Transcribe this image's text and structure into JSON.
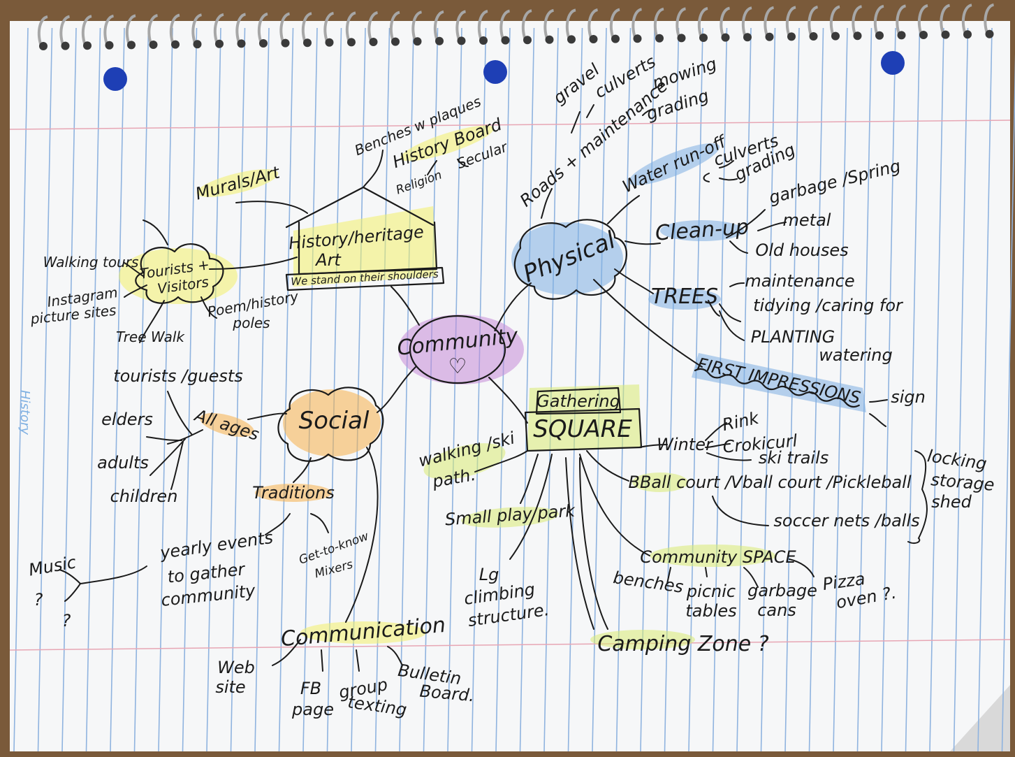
{
  "colors": {
    "paper": "#f6f7f8",
    "rule_line": "#8fb3df",
    "margin_line": "#e7a6b4",
    "ink": "#1a1a1a",
    "highlight_yellow": "#f3f06a",
    "highlight_yellow_green": "#d9ec74",
    "highlight_blue": "#7fb0e2",
    "highlight_orange": "#f6b14c",
    "highlight_purple": "#c58ad8",
    "desk": "#7a5a3a",
    "binding_hole": "#1e3fb5"
  },
  "center": {
    "title": "Community",
    "symbol": "♡"
  },
  "history": {
    "title_line1": "History/heritage",
    "title_line2": "Art",
    "motto": "We stand on their shoulders",
    "murals": "Murals/Art",
    "benches": "Benches w plaques",
    "history_board": "History Board",
    "religion": "Religion",
    "secular": "Secular"
  },
  "tourists": {
    "title_line1": "Tourists +",
    "title_line2": "Visitors",
    "walking_tours": "Walking tours",
    "instagram_line1": "Instagram",
    "instagram_line2": "picture sites",
    "tree_walk": "Tree Walk",
    "poem_line1": "Poem/history",
    "poem_line2": "poles"
  },
  "physical": {
    "title": "Physical",
    "roads": "Roads + maintenance",
    "gravel": "gravel",
    "culverts_top": "culverts",
    "mowing": "mowing",
    "grading_top": "grading",
    "water": "Water run-off",
    "water_culverts": "culverts",
    "water_grading": "grading",
    "cleanup": "Clean-up",
    "garbage": "garbage /Spring",
    "metal": "metal",
    "old_houses": "Old houses",
    "trees": "TREES",
    "maintenance": "maintenance",
    "tidying": "tidying /caring for",
    "planting": "PLANTING",
    "watering": "watering",
    "first_impressions": "FIRST IMPRESSIONS",
    "sign": "sign"
  },
  "social": {
    "title": "Social",
    "all_ages": "All ages",
    "tourists_guests": "tourists /guests",
    "elders": "elders",
    "adults": "adults",
    "children": "children",
    "traditions": "Traditions",
    "yearly_line1": "yearly events",
    "yearly_line2": "to gather",
    "yearly_line3": "community",
    "get_to_know_line1": "Get-to-know",
    "get_to_know_line2": "Mixers",
    "music": "Music",
    "q1": "?",
    "q2": "?",
    "communication": "Communication",
    "website_line1": "Web",
    "website_line2": "site",
    "fb_line1": "FB",
    "fb_line2": "page",
    "group_line1": "group",
    "group_line2": "texting",
    "bulletin_line1": "Bulletin",
    "bulletin_line2": "Board."
  },
  "square": {
    "gathering": "Gathering",
    "title": "SQUARE",
    "walking_line1": "walking /ski",
    "walking_line2": "path.",
    "winter": "Winter",
    "rink": "Rink",
    "crokicurl": "Crokicurl",
    "ski_trails": "ski trails",
    "bball": "BBall court /Vball court /Pickleball",
    "soccer": "soccer nets /balls",
    "storage_line1": "locking",
    "storage_line2": "storage",
    "storage_line3": "shed",
    "small_play": "Small play park",
    "climbing_line1": "Lg",
    "climbing_line2": "climbing",
    "climbing_line3": "structure.",
    "community_space": "Community SPACE",
    "benches": "benches",
    "picnic_line1": "picnic",
    "picnic_line2": "tables",
    "garbage_line1": "garbage",
    "garbage_line2": "cans",
    "pizza_line1": "Pizza",
    "pizza_line2": "oven ?.",
    "camping": "Camping Zone ?"
  },
  "margin_note": "History"
}
